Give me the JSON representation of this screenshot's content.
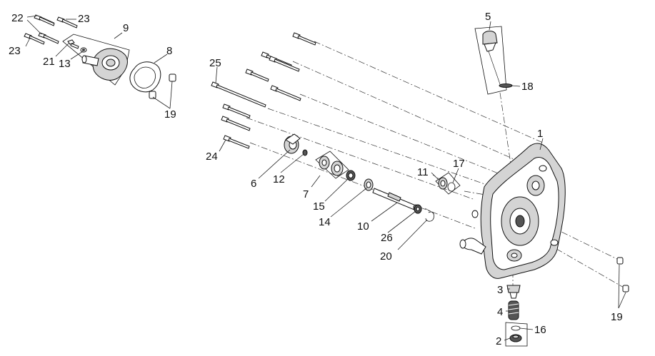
{
  "callouts": [
    {
      "id": "c1",
      "text": "1"
    },
    {
      "id": "c2",
      "text": "2"
    },
    {
      "id": "c3",
      "text": "3"
    },
    {
      "id": "c4",
      "text": "4"
    },
    {
      "id": "c5",
      "text": "5"
    },
    {
      "id": "c6",
      "text": "6"
    },
    {
      "id": "c7",
      "text": "7"
    },
    {
      "id": "c8",
      "text": "8"
    },
    {
      "id": "c9",
      "text": "9"
    },
    {
      "id": "c10",
      "text": "10"
    },
    {
      "id": "c11",
      "text": "11"
    },
    {
      "id": "c12",
      "text": "12"
    },
    {
      "id": "c13",
      "text": "13"
    },
    {
      "id": "c14",
      "text": "14"
    },
    {
      "id": "c15",
      "text": "15"
    },
    {
      "id": "c16",
      "text": "16"
    },
    {
      "id": "c17",
      "text": "17"
    },
    {
      "id": "c18",
      "text": "18"
    },
    {
      "id": "c19a",
      "text": "19"
    },
    {
      "id": "c19b",
      "text": "19"
    },
    {
      "id": "c20",
      "text": "20"
    },
    {
      "id": "c21",
      "text": "21"
    },
    {
      "id": "c22",
      "text": "22"
    },
    {
      "id": "c23a",
      "text": "23"
    },
    {
      "id": "c23b",
      "text": "23"
    },
    {
      "id": "c24",
      "text": "24"
    },
    {
      "id": "c25",
      "text": "25"
    },
    {
      "id": "c26",
      "text": "26"
    }
  ]
}
